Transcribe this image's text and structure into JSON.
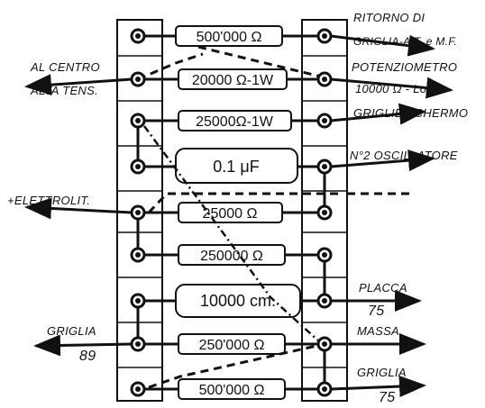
{
  "components": [
    {
      "id": "r1",
      "label": "500'000 Ω"
    },
    {
      "id": "r2",
      "label": "20000 Ω-1W"
    },
    {
      "id": "r3",
      "label": "25000Ω-1W"
    },
    {
      "id": "c1",
      "label": "0.1 μF"
    },
    {
      "id": "r4",
      "label": "25000 Ω"
    },
    {
      "id": "r5",
      "label": "250000 Ω"
    },
    {
      "id": "c2",
      "label": "10000 cm."
    },
    {
      "id": "r6",
      "label": "250'000 Ω"
    },
    {
      "id": "r7",
      "label": "500'000 Ω"
    }
  ],
  "labels": {
    "ritorno_1": "RITORNO DI",
    "ritorno_2": "GRIGLIA-A.T. e M.F.",
    "centro_1": "AL CENTRO",
    "centro_2": "ALTA TENS.",
    "pot_1": "POTENZIOMETRO",
    "pot_2": "10000 Ω - Log.",
    "schermo": "GRIGLIE SCHERMO",
    "oscill": "N°2 OSCILLATORE",
    "elettrol": "+ELETTROLIT.",
    "placca": "PLACCA",
    "placca_num": "75",
    "griglia89": "GRIGLIA",
    "griglia89_num": "89",
    "massa": "MASSA",
    "griglia75": "GRIGLIA",
    "griglia75_num": "75"
  }
}
